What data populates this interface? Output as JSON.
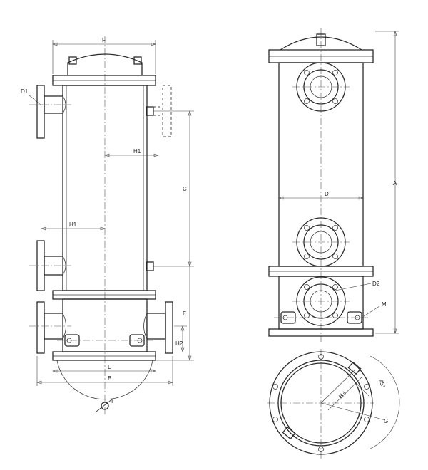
{
  "labels": {
    "F": "F",
    "D1": "D1",
    "H1_upper": "H1",
    "H1_lower": "H1",
    "C": "C",
    "E": "E",
    "H2": "H2",
    "L": "L",
    "B": "B",
    "I": "I",
    "D": "D",
    "A": "A",
    "D2": "D2",
    "M": "M",
    "H3": "H3",
    "deg": "45°",
    "G": "G"
  }
}
